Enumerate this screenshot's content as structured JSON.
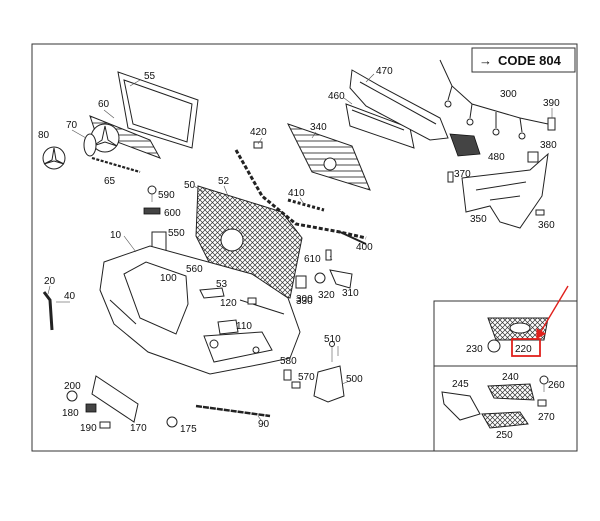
{
  "diagram": {
    "code_box": {
      "arrow": "→",
      "text": "CODE 804"
    },
    "accent_color": "#e0201c",
    "highlight_label": "220",
    "labels": {
      "l55": "55",
      "l60": "60",
      "l80": "80",
      "l70": "70",
      "l65": "65",
      "l420": "420",
      "l340": "340",
      "l460": "460",
      "l470": "470",
      "l300": "300",
      "l390": "390",
      "l380": "380",
      "l480": "480",
      "l370": "370",
      "l350": "350",
      "l360": "360",
      "l50": "50",
      "l52": "52",
      "l590": "590",
      "l600": "600",
      "l410": "410",
      "l400": "400",
      "l10": "10",
      "l550": "550",
      "l100": "100",
      "l560": "560",
      "l610": "610",
      "l20": "20",
      "l40": "40",
      "l53": "53",
      "l120": "120",
      "l110": "110",
      "l300b": "300",
      "l330": "330",
      "l320": "320",
      "l310": "310",
      "l510": "510",
      "l580": "580",
      "l570": "570",
      "l500": "500",
      "l200": "200",
      "l180": "180",
      "l190": "190",
      "l170": "170",
      "l175": "175",
      "l90": "90",
      "l230": "230",
      "l220": "220",
      "l245": "245",
      "l240": "240",
      "l260": "260",
      "l270": "270",
      "l250": "250"
    }
  }
}
